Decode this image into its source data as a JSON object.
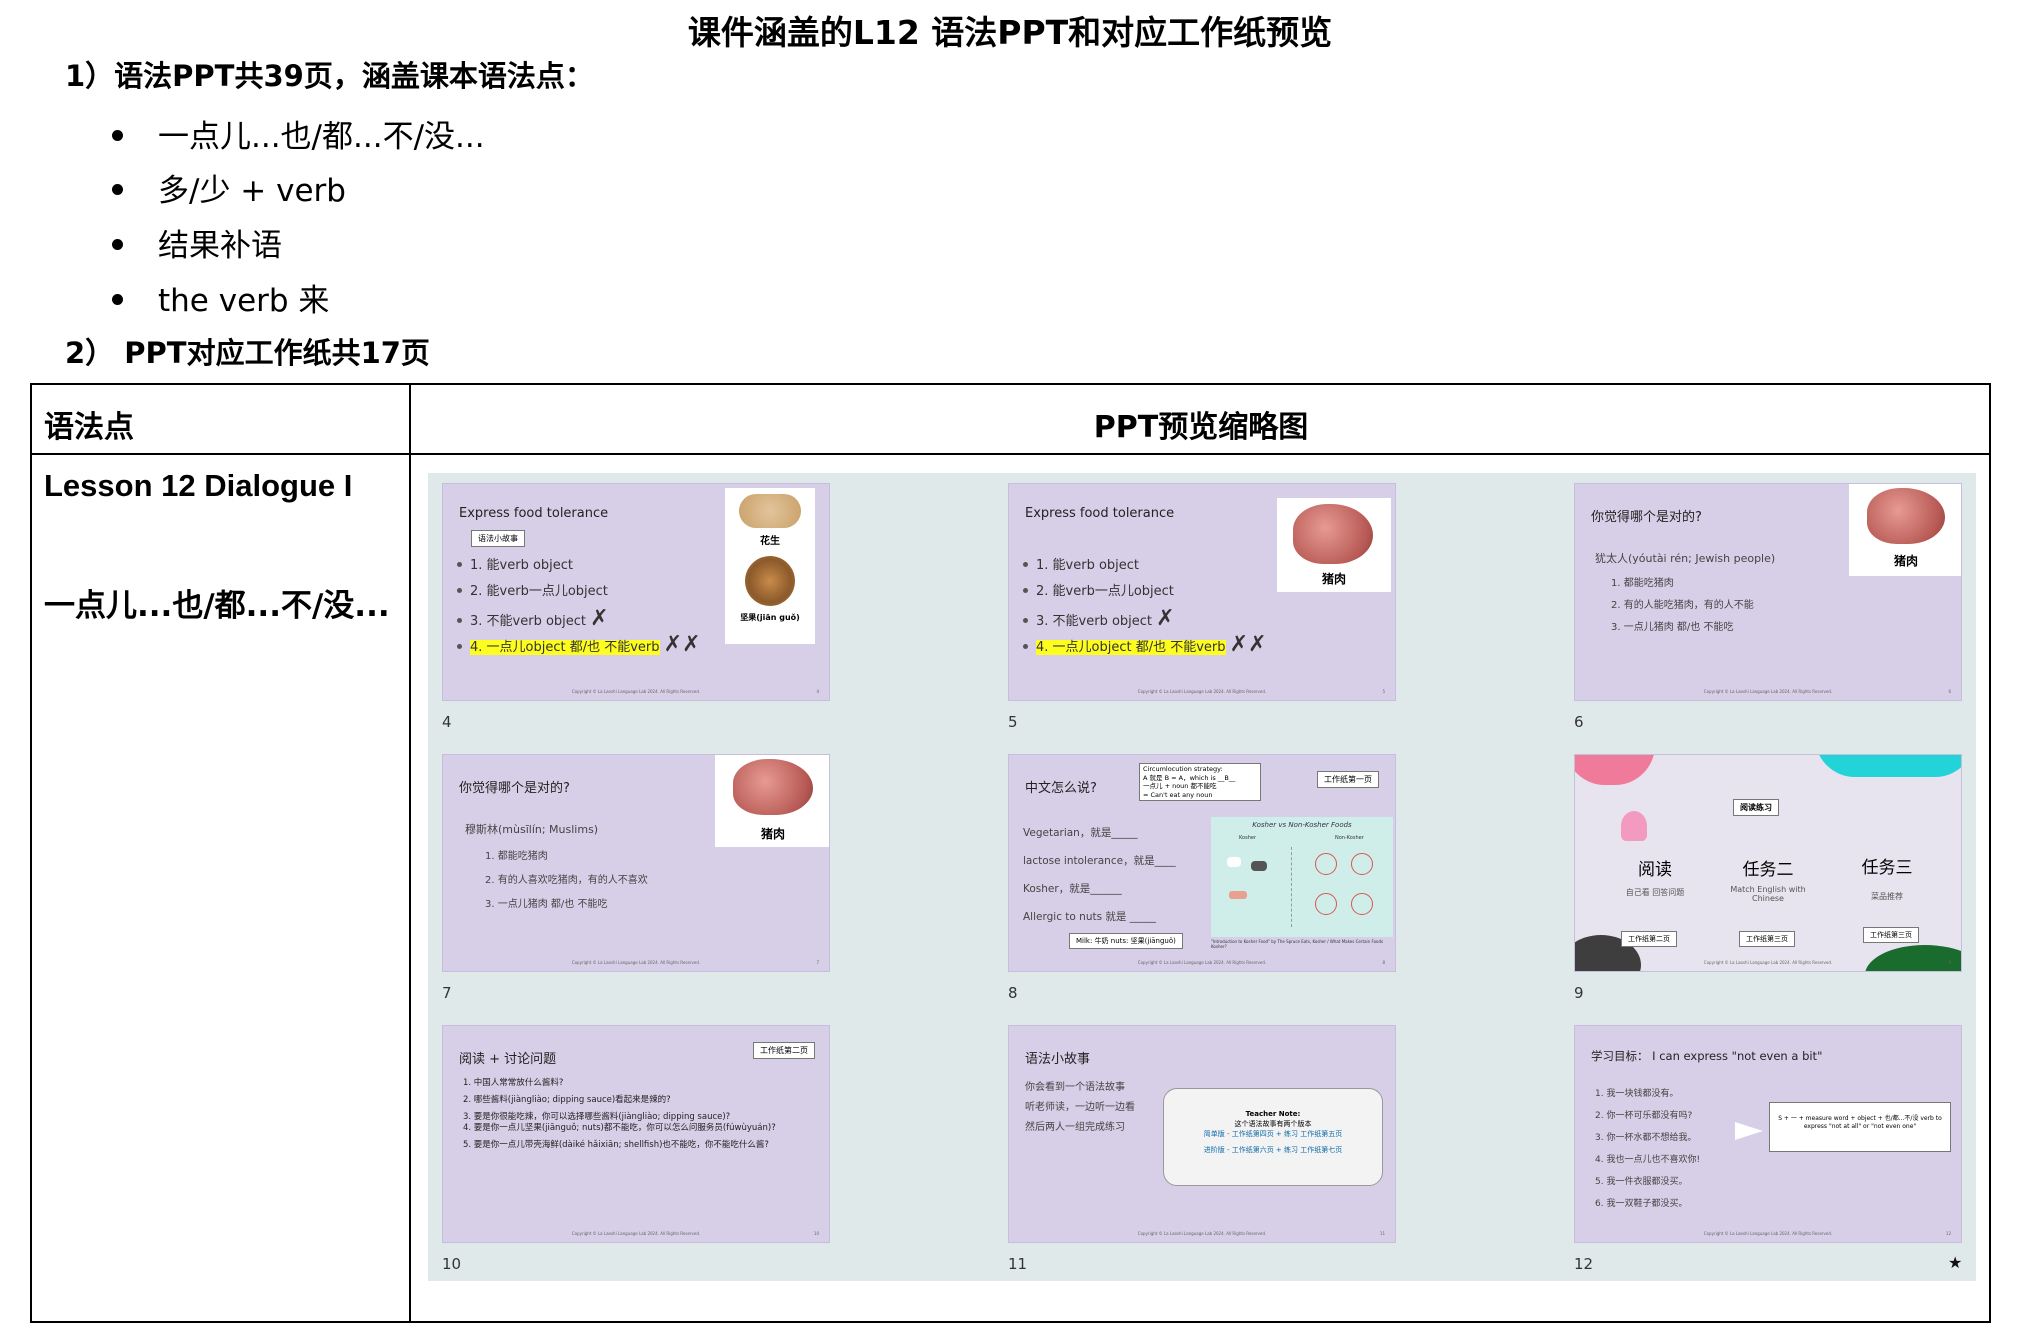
{
  "title": "课件涵盖的L12 语法PPT和对应工作纸预览",
  "section1": "1）语法PPT共39页，涵盖课本语法点：",
  "bullets": [
    "一点儿...也/都...不/没...",
    "多/少 + verb",
    "结果补语",
    "the verb 来"
  ],
  "section2": "2） PPT对应工作纸共17页",
  "table": {
    "col1_header": "语法点",
    "col2_header": "PPT预览缩略图",
    "lesson": "Lesson 12 Dialogue I",
    "grammar_point": "一点儿...也/都...不/没..."
  },
  "copyright": "Copyright © La Laoshi Language Lab 2024. All Rights Reserved.",
  "slides": [
    {
      "num": "4",
      "title": "Express food tolerance",
      "tag": "语法小故事",
      "img1_label": "花生",
      "img2_label": "坚果(jiān guǒ)",
      "items": [
        "1. 能verb object",
        "2. 能verb一点儿object",
        "3. 不能verb object",
        "4. 一点儿object 都/也 不能verb"
      ],
      "cross1": "✗",
      "cross2": "✗✗"
    },
    {
      "num": "5",
      "title": "Express food tolerance",
      "img_label": "猪肉",
      "items": [
        "1. 能verb object",
        "2. 能verb一点儿object",
        "3. 不能verb object",
        "4. 一点儿object 都/也 不能verb"
      ],
      "cross1": "✗",
      "cross2": "✗✗"
    },
    {
      "num": "6",
      "title": "你觉得哪个是对的?",
      "img_label": "猪肉",
      "subtitle": "犹太人(yóutài rén; Jewish people)",
      "items": [
        "1. 都能吃猪肉",
        "2. 有的人能吃猪肉，有的人不能",
        "3. 一点儿猪肉 都/也 不能吃"
      ]
    },
    {
      "num": "7",
      "title": "你觉得哪个是对的?",
      "img_label": "猪肉",
      "subtitle": "穆斯林(mùsīlín; Muslims)",
      "items": [
        "1. 都能吃猪肉",
        "2. 有的人喜欢吃猪肉，有的人不喜欢",
        "3. 一点儿猪肉 都/也 不能吃"
      ]
    },
    {
      "num": "8",
      "title": "中文怎么说?",
      "worksheet": "工作纸第一页",
      "note_lines": [
        "Circumlocution strategy:",
        "A 就是 B = A，which is __B__",
        "一点儿 + noun 都不能吃",
        "= Can't eat any noun"
      ],
      "items": [
        "Vegetarian，就是_____",
        "lactose intolerance，就是____",
        "Kosher，就是______",
        "Allergic to nuts 就是 _____"
      ],
      "hint": "Milk: 牛奶   nuts: 坚果(jiānguǒ)",
      "chart_title": "Kosher vs Non-Kosher Foods",
      "chart_col1": "Kosher",
      "chart_col2": "Non-Kosher",
      "caption": "\"Introduction to Kosher Food\" by The Spruce Eats, Kosher / What Makes Certain Foods Kosher?"
    },
    {
      "num": "9",
      "center": "阅读练习",
      "tasks": [
        {
          "title": "阅读",
          "sub": "自己看 回答问题",
          "ws": "工作纸第二页"
        },
        {
          "title": "任务二",
          "sub": "Match English with Chinese",
          "ws": "工作纸第三页"
        },
        {
          "title": "任务三",
          "sub": "菜品推荐",
          "ws": "工作纸第三页"
        }
      ]
    },
    {
      "num": "10",
      "title": "阅读 + 讨论问题",
      "worksheet": "工作纸第二页",
      "items": [
        "1.  中国人常常放什么酱料?",
        "2.  哪些酱料(jiàngliào; dipping sauce)看起来是辣的?",
        "3.  要是你很能吃辣，你可以选择哪些酱料(jiàngliào; dipping sauce)?",
        "4.  要是你一点儿坚果(jiānguǒ; nuts)都不能吃，你可以怎么问服务员(fúwùyuán)?",
        "5.  要是你一点儿带壳海鲜(dàiké hǎixiān; shellfish)也不能吃，你不能吃什么酱?"
      ]
    },
    {
      "num": "11",
      "title": "语法小故事",
      "items": [
        "你会看到一个语法故事",
        "听老师读，一边听一边看",
        "然后两人一组完成练习"
      ],
      "note_title": "Teacher Note:",
      "note_sub": "这个语法故事有两个版本",
      "note_l1": "简单版 - 工作纸第四页 + 练习 工作纸第五页",
      "note_l2": "进阶版 - 工作纸第六页 + 练习 工作纸第七页"
    },
    {
      "num": "12",
      "title": "学习目标： I can express \"not even a bit\"",
      "items": [
        "1.  我一块钱都没有。",
        "2.  你一杯可乐都没有吗?",
        "3.  你一杯水都不想给我。",
        "4.  我也一点儿也不喜欢你!",
        "5.  我一件衣服都没买。",
        "6.  我一双鞋子都没买。"
      ],
      "box": "S + 一 + measure word + object + 也/都...不/没 verb to express \"not at all\" or \"not even one\""
    }
  ],
  "corner_star": "★"
}
